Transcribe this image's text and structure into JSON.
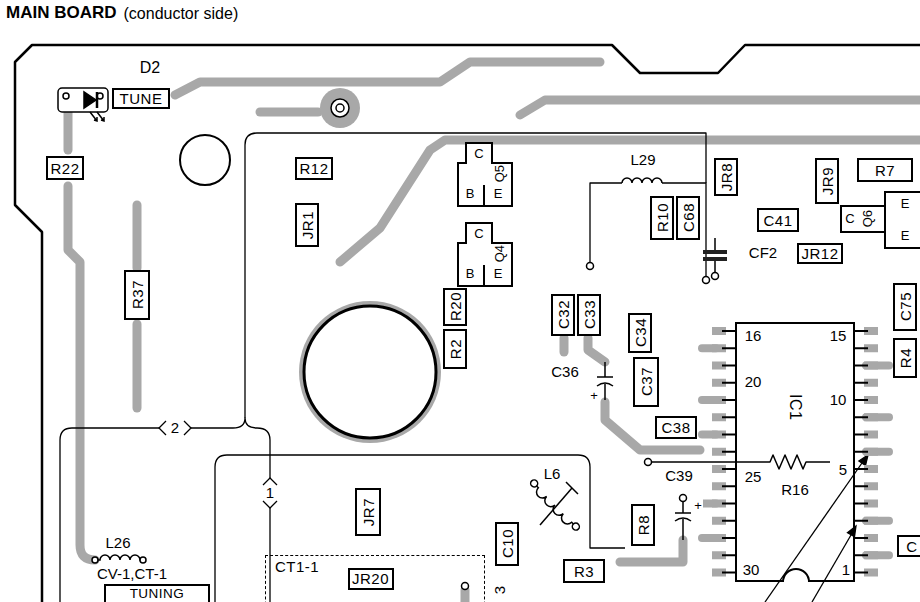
{
  "diagram": {
    "title": "MAIN BOARD",
    "nodes": [
      {
        "text": [
          "TUNE"
        ]
      },
      {
        "text": [
          "R22"
        ]
      },
      {
        "text": [
          "R12"
        ]
      },
      {
        "text": [
          "JR8"
        ]
      },
      {
        "text": [
          "R7"
        ]
      },
      {
        "text": [
          "JR9"
        ]
      },
      {
        "text": [
          "JR1"
        ]
      },
      {
        "text": [
          "R10"
        ]
      },
      {
        "text": [
          "C68"
        ]
      },
      {
        "text": [
          "C41"
        ]
      },
      {
        "text": [
          "JR12"
        ]
      },
      {
        "text": [
          "R37"
        ]
      },
      {
        "text": [
          "R20"
        ]
      },
      {
        "text": [
          "C32"
        ]
      },
      {
        "text": [
          "C33"
        ]
      },
      {
        "text": [
          "C75"
        ]
      },
      {
        "text": [
          "C34"
        ]
      },
      {
        "text": [
          "IC1"
        ]
      },
      {
        "text": [
          "R2"
        ]
      },
      {
        "text": [
          "R4"
        ]
      },
      {
        "text": [
          "C37"
        ]
      },
      {
        "text": [
          "C38"
        ]
      },
      {
        "text": [
          "JR7"
        ]
      },
      {
        "text": [
          "R8"
        ]
      },
      {
        "text": [
          "C10"
        ]
      },
      {
        "text": [
          "R3"
        ]
      },
      {
        "text": [
          "CT1-1"
        ]
      },
      {
        "text": [
          "JR20"
        ],
        "in": 26
      },
      {
        "text": [
          "TUNING"
        ]
      },
      {
        "text": [
          "C"
        ]
      }
    ],
    "labels": [
      "(conductor side)",
      "D2",
      "C",
      "Q5",
      "B",
      "E",
      "C",
      "Q4",
      "B",
      "E",
      "L29",
      "C",
      "Q6",
      "E",
      "E",
      "CF2",
      "16",
      "15",
      "20",
      "10",
      "C36",
      "+",
      "2",
      "25",
      "5",
      "L6",
      "C39",
      "R16",
      "+",
      "1",
      "L26",
      "3",
      "CV-1,CT-1",
      "30",
      "1"
    ]
  }
}
